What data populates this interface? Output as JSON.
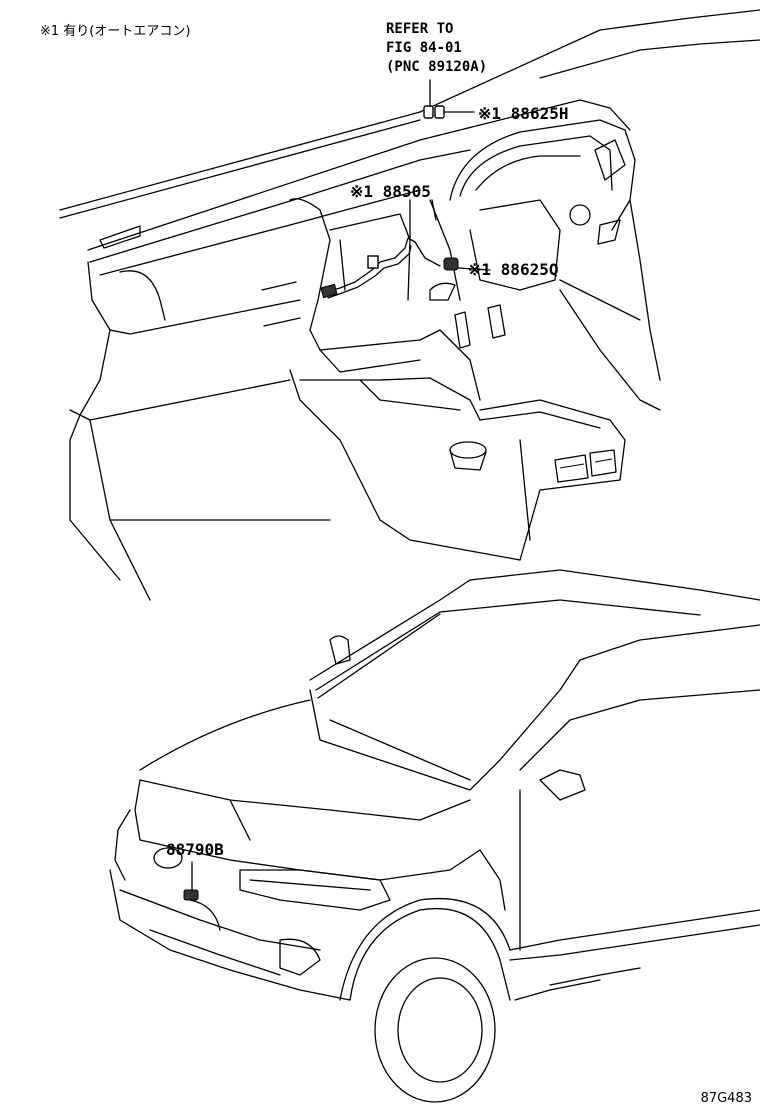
{
  "note": "※1 有り(オートエアコン)",
  "reference": [
    "REFER TO",
    "FIG 84-01",
    "(PNC 89120A)"
  ],
  "callouts": {
    "p88625H": "※1 88625H",
    "p88505": "※1 88505",
    "p88625Q": "※1 88625Q",
    "p88790B": "88790B"
  },
  "figure_id": "87G483"
}
